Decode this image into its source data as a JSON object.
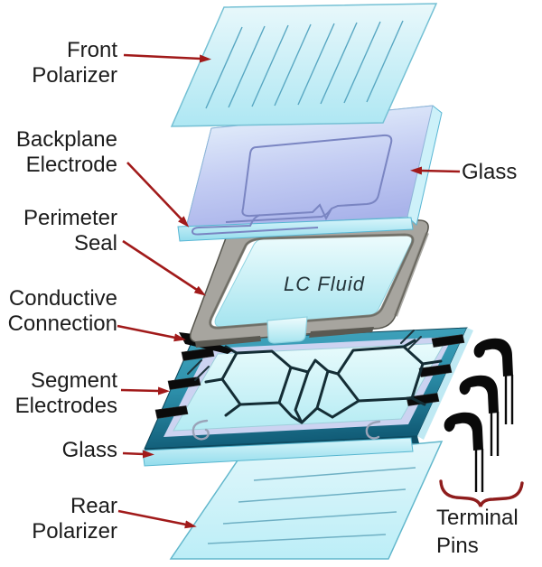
{
  "figure": {
    "description": "Exploded view diagram of a segment LCD layer stack"
  },
  "labels": {
    "front_polarizer": {
      "line1": "Front",
      "line2": "Polarizer"
    },
    "backplane_electrode": {
      "line1": "Backplane",
      "line2": "Electrode"
    },
    "glass_upper": "Glass",
    "perimeter_seal": {
      "line1": "Perimeter",
      "line2": "Seal"
    },
    "lc_fluid": "LC Fluid",
    "conductive_connection": {
      "line1": "Conductive",
      "line2": "Connection"
    },
    "segment_electrodes": {
      "line1": "Segment",
      "line2": "Electrodes"
    },
    "glass_lower": "Glass",
    "rear_polarizer": {
      "line1": "Rear",
      "line2": "Polarizer"
    },
    "terminal_pins": {
      "line1": "Terminal",
      "line2": "Pins"
    }
  },
  "palette": {
    "arrow-red": "#a11a1a",
    "brace-red": "#8f1d1d",
    "text-black": "#1c1c1c",
    "polarizer-cyan": "#b0e8f4",
    "glass-periwinkle": "#a9b3ea",
    "glass-edge-cyan": "#c8f0f9",
    "seal-gray": "#a7a59f",
    "fluid-cyan": "#bfe9f2",
    "teal-border": "#2e91ac",
    "pad-black": "#0b0b0b",
    "segment-line": "#142d35",
    "pin-black": "#0a0a0a"
  }
}
